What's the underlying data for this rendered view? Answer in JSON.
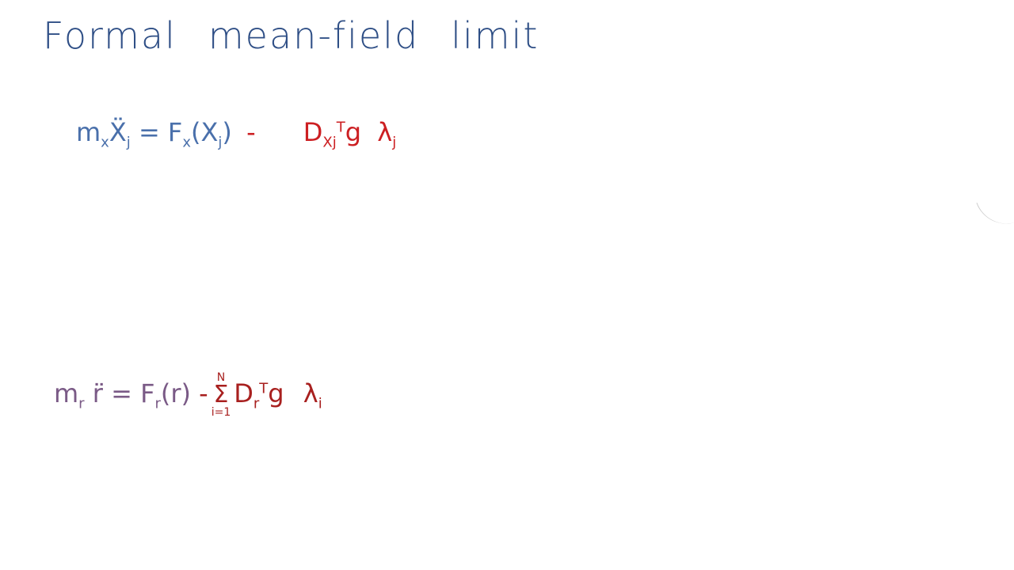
{
  "title": {
    "words": [
      "Formal",
      "mean-field",
      "limit"
    ]
  },
  "colors": {
    "title": "#2f4f86",
    "eq1_lhs": "#4a70ab",
    "eq1_rhs": "#cc1f22",
    "eq2_lhs": "#7a5a86",
    "eq2_rhs": "#a8201f"
  },
  "eq1": {
    "m": "m",
    "m_sub": "x",
    "xddot": "Ẍ",
    "x_sub": "j",
    "equals": "=",
    "F": "F",
    "F_sub": "x",
    "arg": "(X",
    "arg_sub": "j",
    "close": ")",
    "minus": "-",
    "D": "D",
    "D_sub": "Xj",
    "D_sup": "T",
    "g": "g",
    "lambda": "λ",
    "lambda_sub": "j"
  },
  "eq2": {
    "m": "m",
    "m_sub": "r",
    "rddot": "r̈",
    "equals": "=",
    "F": "F",
    "F_sub": "r",
    "arg": "(r)",
    "minus": "-",
    "sum": "Σ",
    "sum_top": "N",
    "sum_bot": "i=1",
    "D": "D",
    "D_sub": "r",
    "D_sup": "T",
    "g": "g",
    "lambda": "λ",
    "lambda_sub": "i"
  }
}
